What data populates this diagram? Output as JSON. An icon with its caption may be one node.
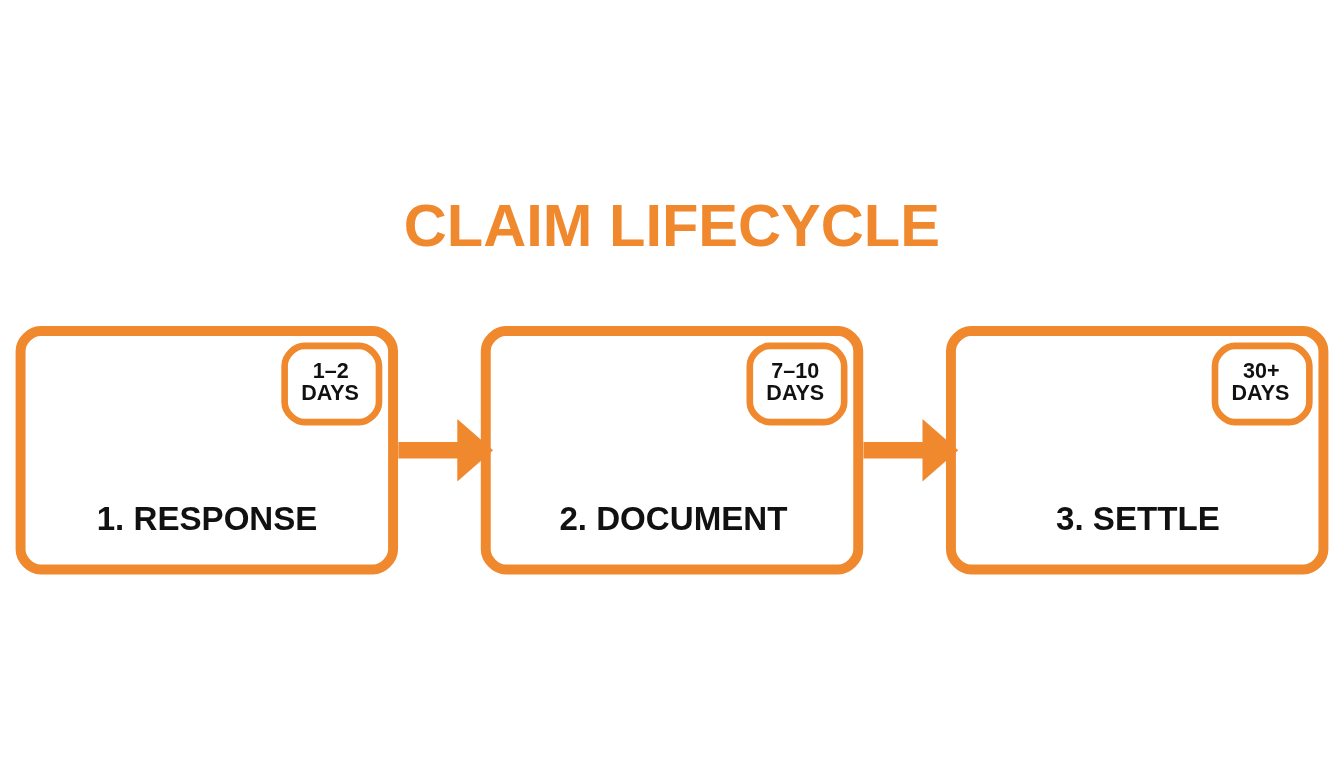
{
  "diagram": {
    "title": "CLAIM LIFECYCLE",
    "nodes": [
      {
        "text": [
          "1–2 DAYS",
          "1. RESPONSE"
        ]
      },
      {
        "text": [
          "7–10 DAYS",
          "2. DOCUMENT"
        ]
      },
      {
        "text": [
          "30+ DAYS",
          "3. SETTLE"
        ]
      }
    ],
    "edges": [
      {
        "from": 0,
        "to": 1,
        "arrow": "to"
      },
      {
        "from": 1,
        "to": 2,
        "arrow": "to"
      }
    ]
  }
}
